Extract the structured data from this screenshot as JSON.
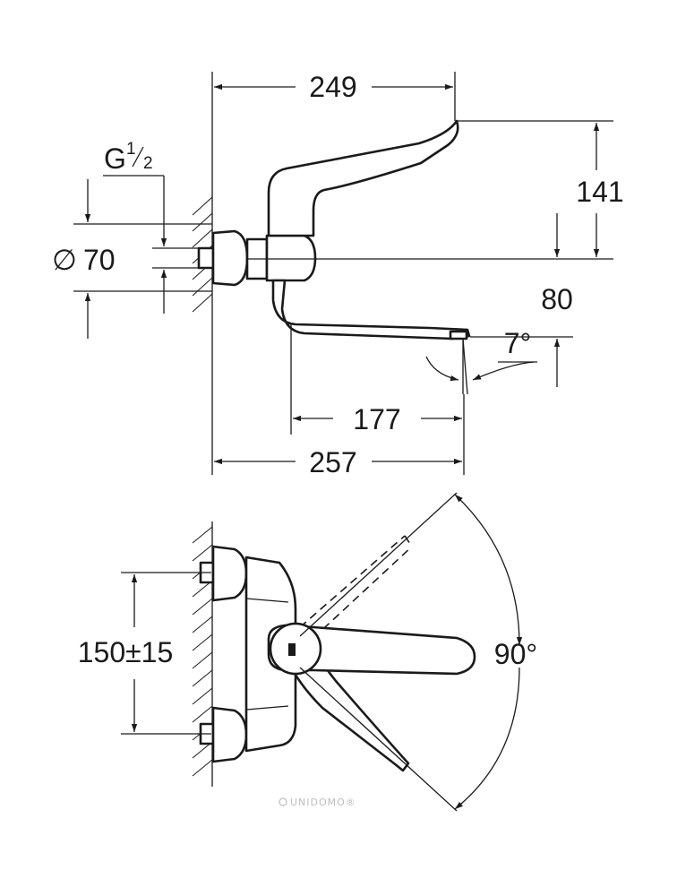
{
  "top_view": {
    "total_width_label": "249",
    "height_label": "141",
    "thread_label_base": "G",
    "thread_label_num": "1",
    "thread_label_den": "2",
    "diameter_symbol": "∅",
    "diameter_label": "70",
    "spout_drop_label": "80",
    "angle_label": "7°",
    "spout_reach_label": "177",
    "projection_label": "257"
  },
  "front_view": {
    "centres_label": "150±15",
    "rotation_label": "90°"
  },
  "watermark": "UNIDOMO®"
}
